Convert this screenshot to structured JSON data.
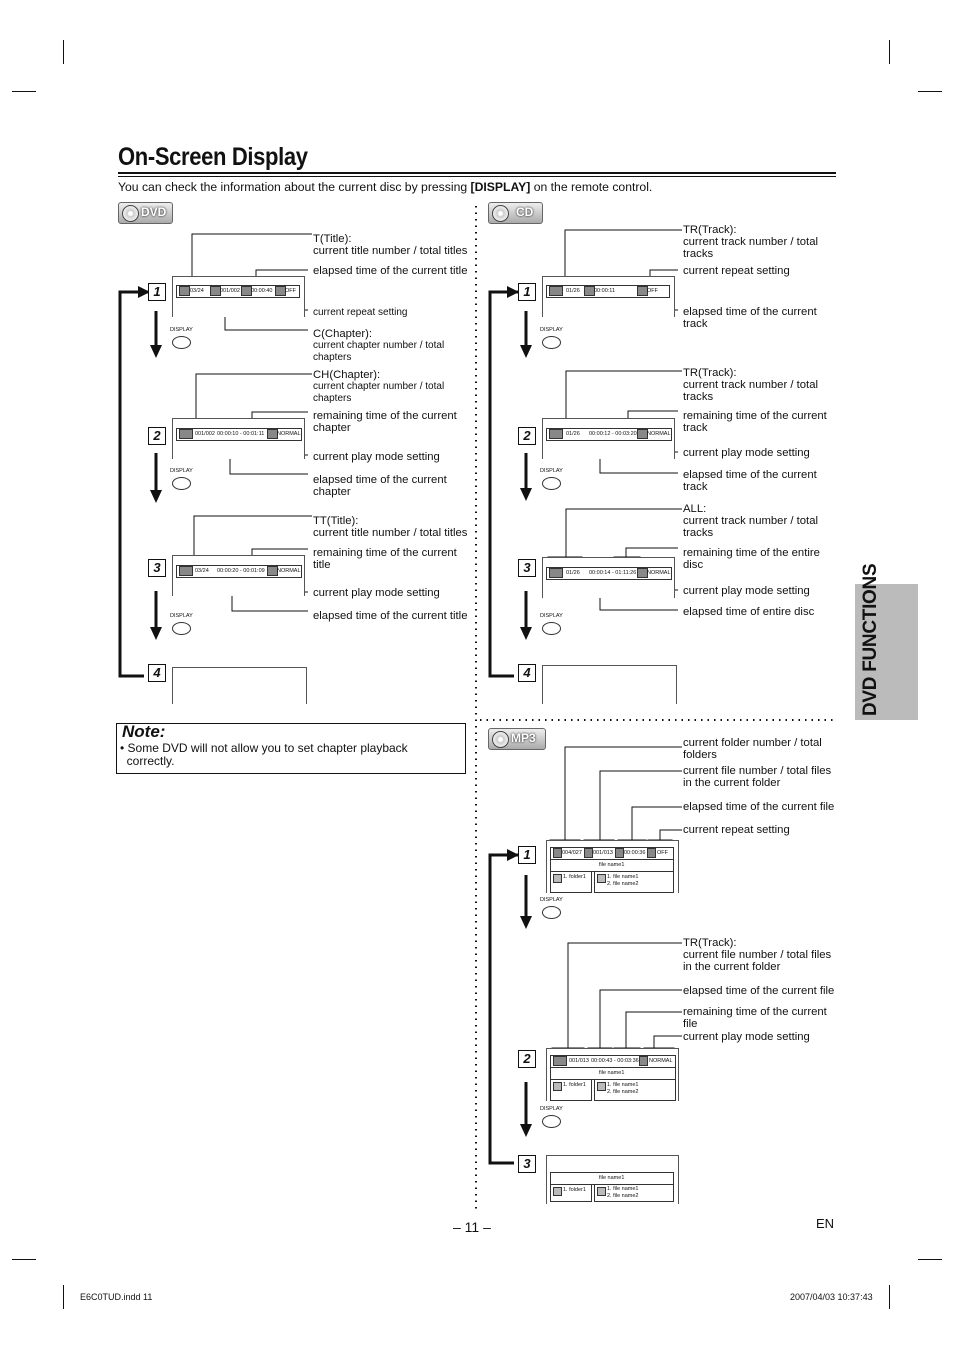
{
  "page": {
    "title": "On-Screen Display",
    "intro_before": "You can check the information about the current disc by pressing ",
    "intro_key": "[DISPLAY]",
    "intro_after": " on the remote control.",
    "page_number": "– 11 –",
    "lang": "EN",
    "side_tab": "DVD FUNCTIONS",
    "footer_left": "E6C0TUD.indd   11",
    "footer_right": "2007/04/03   10:37:43"
  },
  "badges": {
    "dvd": "DVD",
    "cd": "CD",
    "mp3": "MP3"
  },
  "display_key": "DISPLAY",
  "dvd": {
    "osd1": {
      "title": "03/24",
      "chapter": "001/002",
      "time": "00:00:40",
      "repeat": "OFF"
    },
    "osd2": {
      "chapter": "001/002",
      "time": "00:00:10 - 00:01:11",
      "mode": "NORMAL"
    },
    "osd3": {
      "title": "03/24",
      "time": "00:00:20 - 00:01:09",
      "mode": "NORMAL"
    },
    "labels1": {
      "t_title": "T(Title):",
      "t_desc": "current title number / total titles",
      "elapsed": "elapsed time of the current title",
      "repeat": "current repeat setting",
      "c_title": "C(Chapter):",
      "c_desc1": "current chapter number / total",
      "c_desc2": "chapters"
    },
    "labels2": {
      "ch_title": "CH(Chapter):",
      "ch_desc1": "current chapter number / total",
      "ch_desc2": "chapters",
      "remain1": "remaining time of the current",
      "remain2": "chapter",
      "mode": "current play mode setting",
      "elapsed1": "elapsed time of the current",
      "elapsed2": "chapter"
    },
    "labels3": {
      "tt_title": "TT(Title):",
      "tt_desc": "current title number / total titles",
      "remain1": "remaining time of the current",
      "remain2": "title",
      "mode": "current play mode setting",
      "elapsed": "elapsed time of the current title"
    }
  },
  "cd": {
    "osd1": {
      "track": "01/26",
      "time": "00:00:11",
      "repeat": "OFF"
    },
    "osd2": {
      "track": "01/26",
      "time": "00:00:12 - 00:03:20",
      "mode": "NORMAL"
    },
    "osd3": {
      "track": "01/26",
      "time": "00:00:14 - 01:11:26",
      "mode": "NORMAL"
    },
    "labels1": {
      "tr_title": "TR(Track):",
      "tr_desc1": "current track number / total",
      "tr_desc2": "tracks",
      "repeat": "current repeat setting",
      "elapsed1": "elapsed time of the current",
      "elapsed2": "track"
    },
    "labels2": {
      "tr_title": "TR(Track):",
      "tr_desc1": "current track number / total",
      "tr_desc2": "tracks",
      "remain1": "remaining time of the current",
      "remain2": "track",
      "mode": "current play mode setting",
      "elapsed1": "elapsed time of the current",
      "elapsed2": "track"
    },
    "labels3": {
      "all_title": "ALL:",
      "all_desc1": "current track number / total",
      "all_desc2": "tracks",
      "remain1": "remaining time of the entire",
      "remain2": "disc",
      "mode": "current play mode setting",
      "elapsed": "elapsed time of entire disc"
    }
  },
  "mp3": {
    "osd1": {
      "folder": "004/027",
      "file": "001/013",
      "time": "00:00:36",
      "repeat": "OFF",
      "filename": "file name1",
      "folder1": "1. folder1",
      "file1": "1. file name1",
      "file2": "2. file name2"
    },
    "osd2": {
      "file": "001/013",
      "time": "00:00:43 - 00:03:36",
      "mode": "NORMAL",
      "filename": "file name1",
      "folder1": "1. folder1",
      "file1": "1. file name1",
      "file2": "2. file name2"
    },
    "osd3": {
      "filename": "file name1",
      "folder1": "1. folder1",
      "file1": "1. file name1",
      "file2": "2. file name2"
    },
    "labels1": {
      "folder1": "current folder number / total",
      "folder2": "folders",
      "file1": "current file number / total files",
      "file2": "in the current folder",
      "elapsed": "elapsed time of the current file",
      "repeat": "current repeat setting"
    },
    "labels2": {
      "tr_title": "TR(Track):",
      "tr_desc1": "current file number / total files",
      "tr_desc2": "in the current folder",
      "elapsed": "elapsed time of the current file",
      "remain1": "remaining time of the current",
      "remain2": "file",
      "mode": "current play mode setting"
    }
  },
  "note": {
    "title": "Note:",
    "text1": "Some DVD will not allow you to set chapter playback",
    "text2": "correctly."
  },
  "steps": [
    "1",
    "2",
    "3",
    "4"
  ]
}
